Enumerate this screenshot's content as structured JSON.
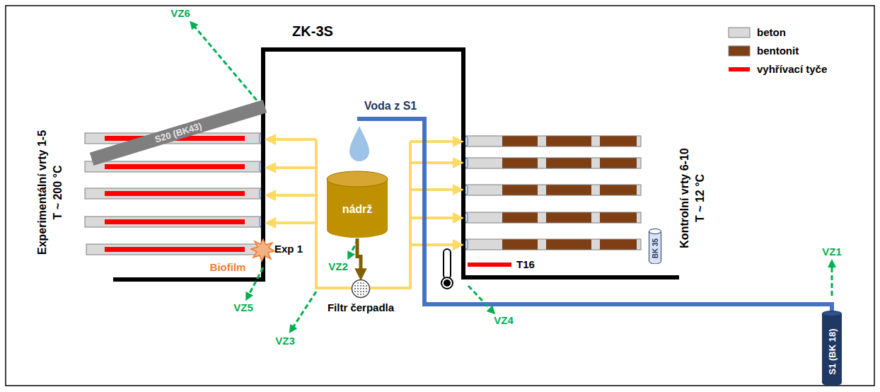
{
  "diagram": {
    "nodes": [
      {
        "text": [
          "S20 (BK43)"
        ]
      },
      {
        "text": [
          "nádrž"
        ]
      },
      {
        "text": [
          "Filtr čerpadla"
        ]
      },
      {
        "text": [
          "BK 35"
        ]
      },
      {
        "text": [
          "S1 (BK 18)"
        ]
      }
    ],
    "edges": [
      {
        "from": 1,
        "to": 2,
        "arrow": "to"
      }
    ],
    "labels": [
      "VZ6",
      "ZK-3S",
      "Voda z S1",
      "Experimentální vrty 1-5",
      "T ~ 200 °C",
      "Kontrolní vrty 6-10",
      "T ~ 12 °C",
      "VZ1",
      "Exp 1",
      "T16",
      "Biofilm",
      "VZ2",
      "VZ5",
      "VZ4",
      "VZ3"
    ],
    "legend": [
      {
        "text": "beton",
        "color": "#d9d9d9"
      },
      {
        "text": "bentonit",
        "color": "#7f3f14"
      },
      {
        "text": "vyhřívací tyče"
      }
    ]
  }
}
